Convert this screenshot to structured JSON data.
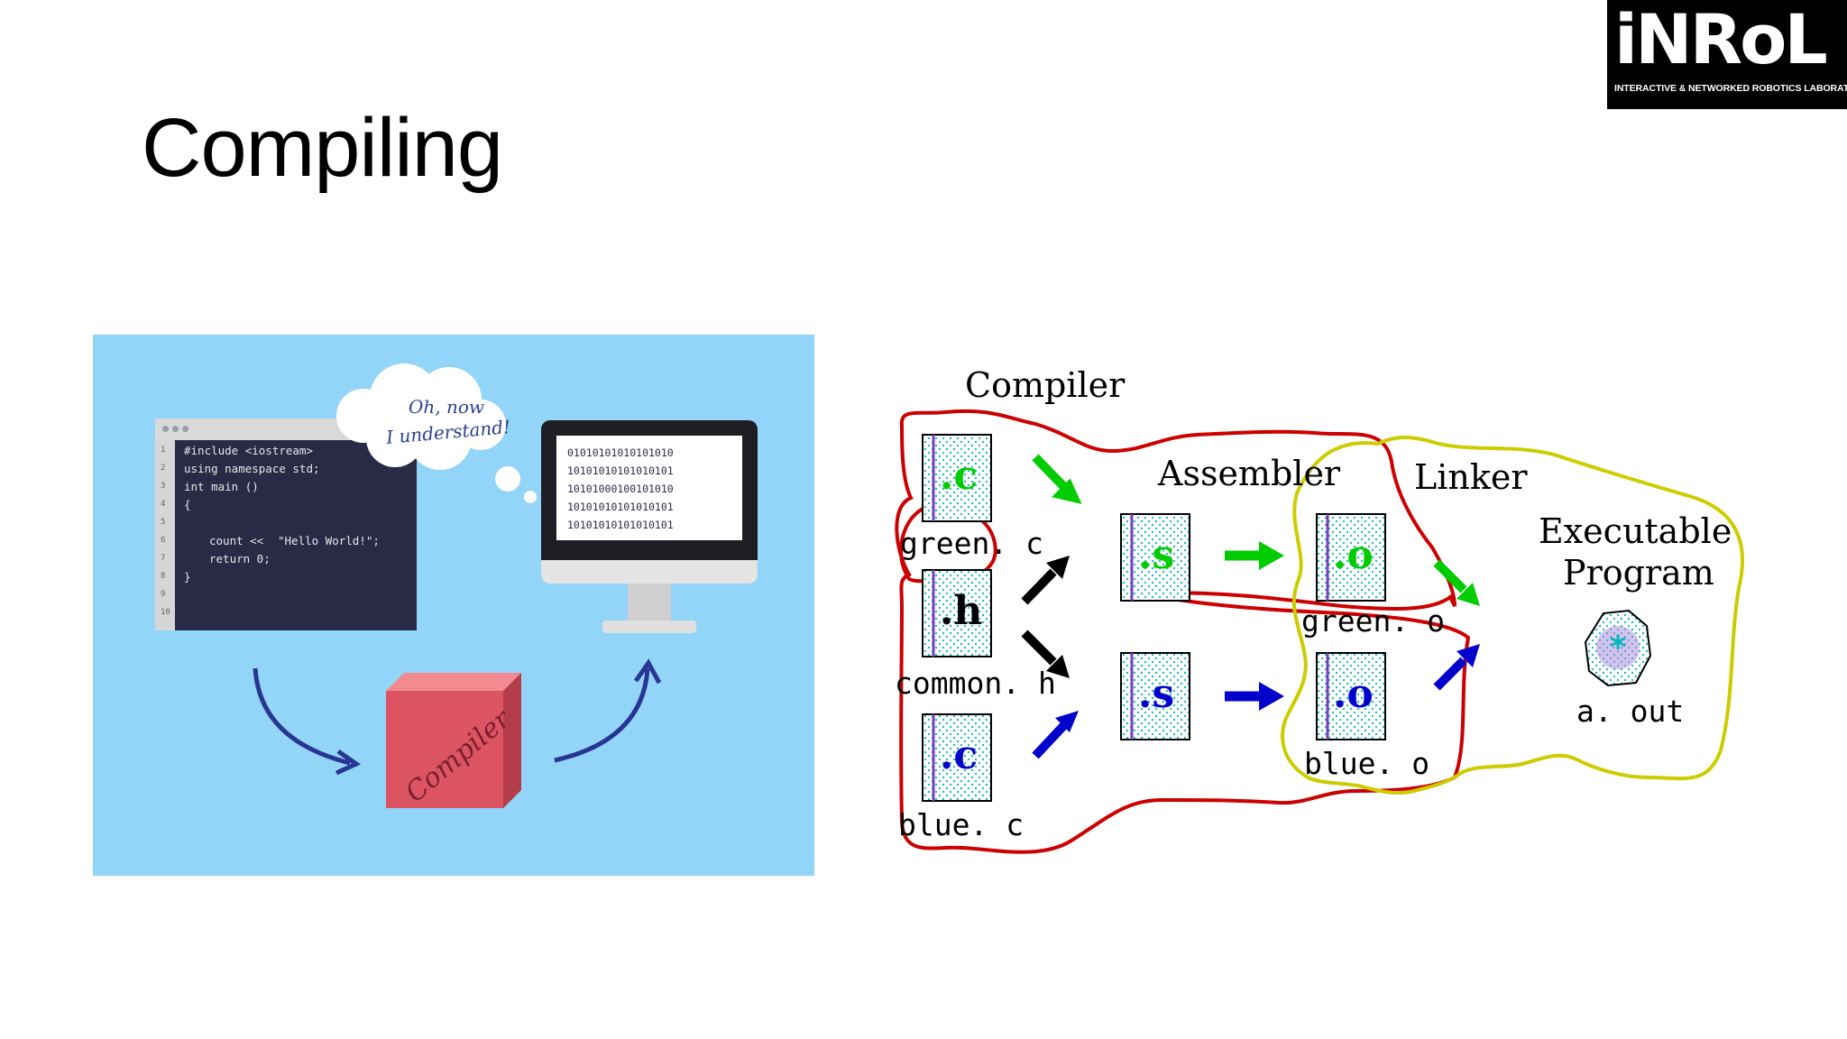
{
  "slide": {
    "title": "Compiling"
  },
  "logo": {
    "word": "iNRoL",
    "subtitle": "INTERACTIVE & NETWORKED ROBOTICS LABORATORY"
  },
  "illustration": {
    "line_numbers": [
      "1",
      "2",
      "3",
      "4",
      "5",
      "6",
      "7",
      "8",
      "9",
      "10"
    ],
    "code_lines": [
      "#include <iostream>",
      "using namespace std;",
      "int main ()",
      "{",
      "",
      "count <<",
      "return 0;",
      "}"
    ],
    "code_string": "\"Hello World!\";",
    "bubble_line1": "Oh, now",
    "bubble_line2": "I understand!",
    "binary_lines": [
      "01010101010101010",
      "10101010101010101",
      "10101000100101010",
      "10101010101010101",
      "10101010101010101"
    ],
    "cube_label": "Compiler"
  },
  "diagram": {
    "compiler_label": "Compiler",
    "assembler_label": "Assembler",
    "linker_label": "Linker",
    "executable_line1": "Executable",
    "executable_line2": "Program",
    "files": {
      "green_c": "green. c",
      "common_h": "common. h",
      "blue_c": "blue. c",
      "green_o": "green. o",
      "blue_o": "blue. o",
      "a_out": "a. out"
    },
    "ext": {
      "c": ".c",
      "h": ".h",
      "s": ".s",
      "o": ".o"
    },
    "colors": {
      "green": "#00cc00",
      "blue": "#0000cc",
      "red": "#cc0000",
      "yellow": "#cccc00",
      "cyan": "#00aaaa"
    }
  }
}
